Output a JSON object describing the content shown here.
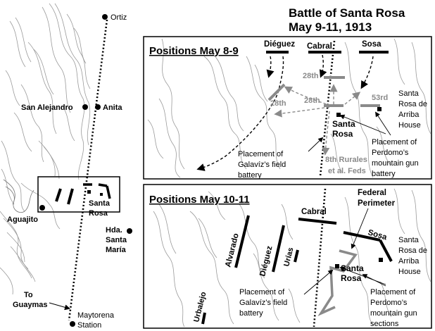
{
  "title": {
    "line1": "Battle of Santa Rosa",
    "line2": "May 9-11, 1913"
  },
  "overview": {
    "towns": {
      "ortiz": "Ortiz",
      "anita": "Anita",
      "san_alejandro": "San Alejandro",
      "aguajito": "Aguajito",
      "santa_rosa": [
        "Santa",
        "Rosa"
      ],
      "hda_santa_maria": [
        "Hda.",
        "Santa",
        "María"
      ],
      "to_guaymas": [
        "To",
        "Guaymas"
      ],
      "maytorena": [
        "Maytorena",
        "Station"
      ]
    }
  },
  "panel1": {
    "heading": "Positions May 8-9",
    "units": {
      "dieguez": "Diéguez",
      "cabral": "Cabral",
      "sosa": "Sosa",
      "u28a": "28th",
      "u28b": "28th",
      "u28c": "28th",
      "u53": "53rd",
      "rurales1": "8th Rurales",
      "rurales2": "et al. Feds"
    },
    "places": {
      "santa_rosa": [
        "Santa",
        "Rosa"
      ],
      "arriba": [
        "Santa",
        "Rosa de",
        "Arriba",
        "House"
      ],
      "perdomo": [
        "Placement of",
        "Perdomo’s",
        "mountain gun",
        "battery"
      ],
      "galaviz": [
        "Placement of",
        "Galavíz’s field",
        "battery"
      ]
    }
  },
  "panel2": {
    "heading": "Positions May 10-11",
    "units": {
      "alvarado": "Alvarado",
      "dieguez": "Diéguez",
      "urias": "Urías",
      "urbalejo": "Urbalejo",
      "cabral": "Cabral",
      "sosa": "Sosa",
      "federal": [
        "Federal",
        "Perimeter"
      ]
    },
    "places": {
      "santa_rosa": [
        "Santa",
        "Rosa"
      ],
      "arriba": [
        "Santa",
        "Rosa de",
        "Arriba",
        "House"
      ],
      "perdomo": [
        "Placement of",
        "Perdomo’s",
        "mountain gun",
        "sections"
      ],
      "galaviz": [
        "Placement of",
        "Galavíz’s field",
        "battery"
      ]
    }
  }
}
